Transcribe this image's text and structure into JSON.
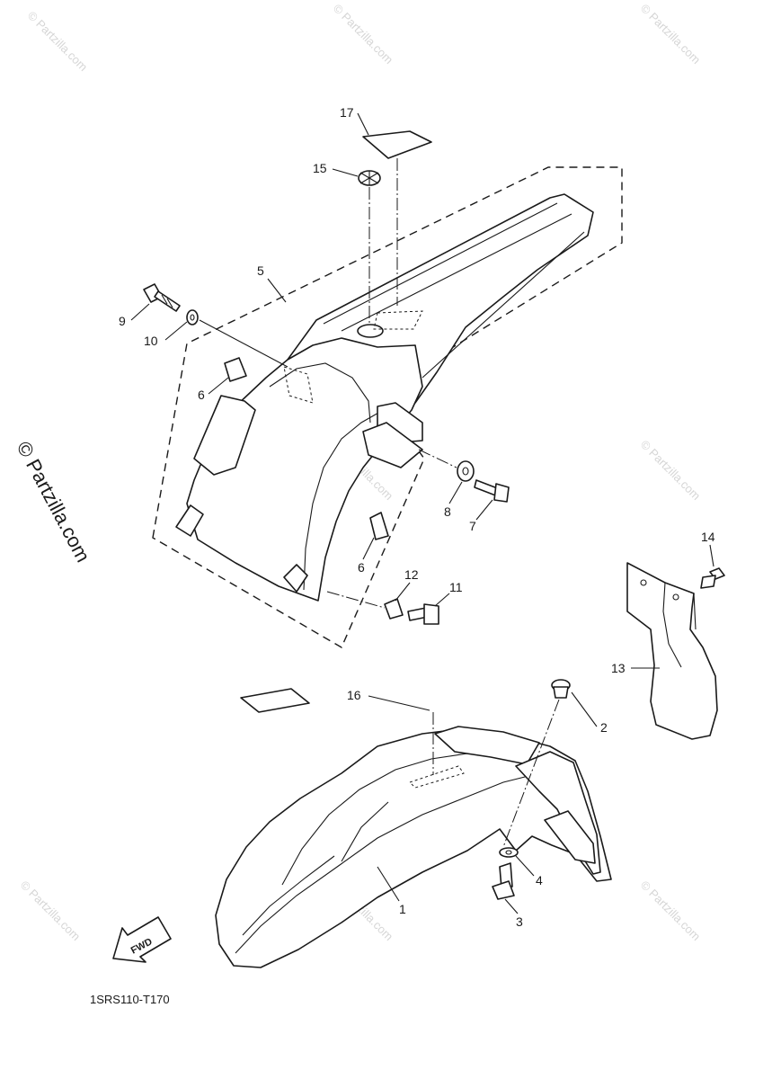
{
  "diagram_code": "1SRS110-T170",
  "fwd_label": "FWD",
  "side_watermark": "© Partzilla.com",
  "watermark": "© Partzilla.com",
  "callouts": {
    "c1": "1",
    "c2": "2",
    "c3": "3",
    "c4": "4",
    "c5": "5",
    "c6a": "6",
    "c6b": "6",
    "c7": "7",
    "c8": "8",
    "c9": "9",
    "c10": "10",
    "c11": "11",
    "c12": "12",
    "c13": "13",
    "c14": "14",
    "c15": "15",
    "c16": "16",
    "c17": "17"
  }
}
